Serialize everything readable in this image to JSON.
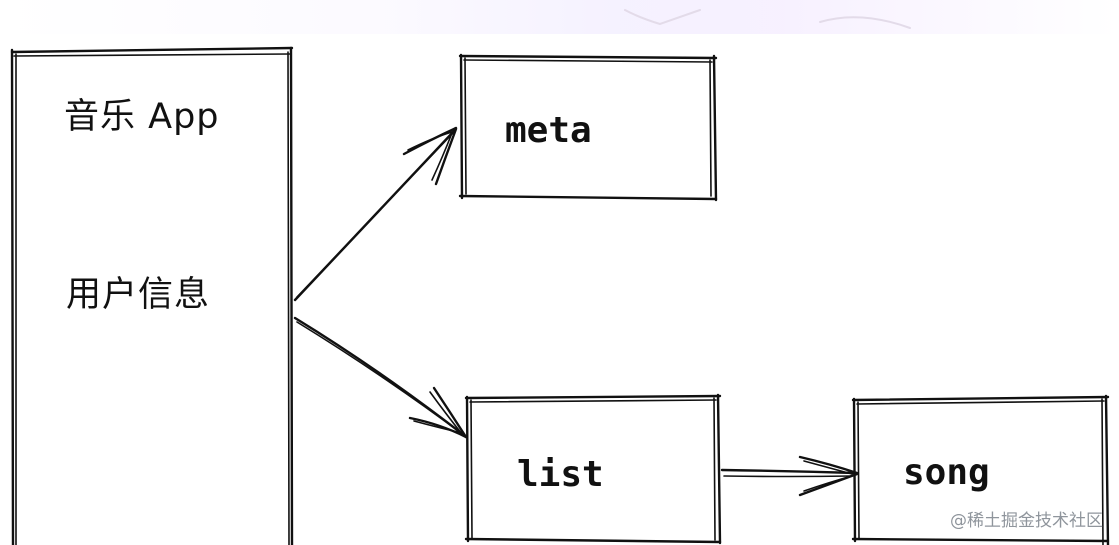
{
  "nodes": {
    "app": {
      "title": "音乐 App",
      "subtitle": "用户信息"
    },
    "meta": {
      "label": "meta"
    },
    "list": {
      "label": "list"
    },
    "song": {
      "label": "song"
    }
  },
  "edges": [
    {
      "from": "app",
      "to": "meta"
    },
    {
      "from": "app",
      "to": "list"
    },
    {
      "from": "list",
      "to": "song"
    }
  ],
  "watermark": "@稀土掘金技术社区",
  "colors": {
    "stroke": "#111111",
    "background": "#ffffff",
    "watermark": "#8f959c"
  }
}
